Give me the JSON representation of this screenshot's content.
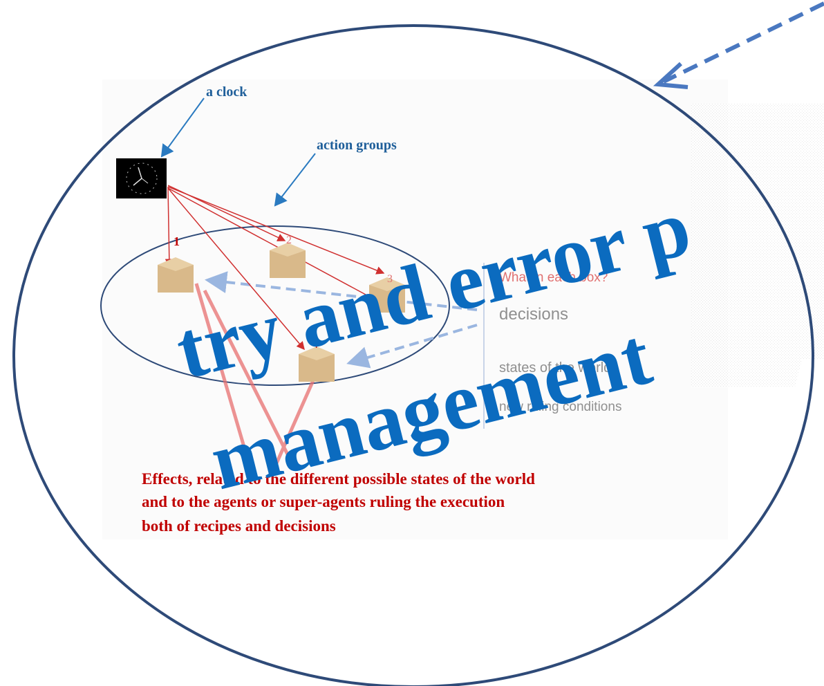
{
  "annotations": {
    "clock_label": "a clock",
    "action_groups_label": "action groups"
  },
  "boxes": [
    {
      "number": "1"
    },
    {
      "number": "2"
    },
    {
      "number": "3"
    },
    {
      "number": "4"
    }
  ],
  "side_panel": {
    "question": "What in each box?",
    "items": [
      "decisions",
      "states of the world",
      "new ruling conditions"
    ]
  },
  "effects_text": {
    "line1": "Effects, related to the different possible states of the world",
    "line2": "and to the agents or super-agents ruling the execution",
    "line3": "both of  recipes and decisions"
  },
  "overlay": {
    "line1": "try and error p",
    "line2": "management"
  },
  "colors": {
    "outer_circle": "#2e4a78",
    "dashed_arrow": "#4a78c0",
    "annotation_text": "#1f5f9a",
    "annotation_arrow": "#2a7ac0",
    "red_arrows": "#d03030",
    "effects_text": "#c00000",
    "overlay_text": "#0b6bbf",
    "side_question": "#e07070",
    "side_items": "#909090"
  }
}
